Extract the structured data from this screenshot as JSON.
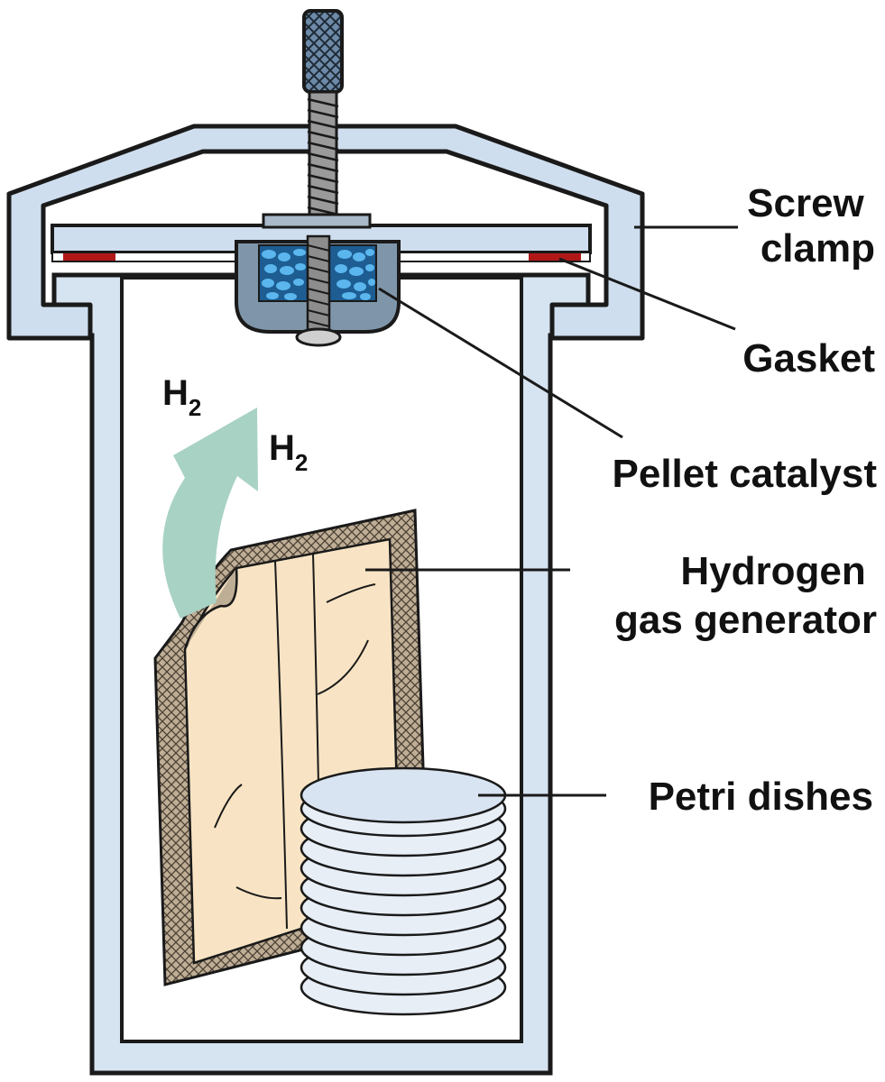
{
  "colors": {
    "jar_fill": "#d6e3f1",
    "jar_stroke": "#1a1a1a",
    "gasket": "#b01818",
    "sachet_fill": "#f8e4c4",
    "sachet_border": "#b8a890",
    "arrow": "#a8d2c4",
    "catalyst_blue": "#3a9ad8",
    "screw_gray": "#9a9a9a"
  },
  "labels": {
    "screw_clamp_line1": "Screw",
    "screw_clamp_line2": "clamp",
    "gasket": "Gasket",
    "pellet_catalyst": "Pellet catalyst",
    "hydrogen_line1": "Hydrogen",
    "hydrogen_line2": "gas generator",
    "petri_dishes": "Petri dishes"
  },
  "gas": {
    "symbol": "H",
    "subscript": "2"
  }
}
